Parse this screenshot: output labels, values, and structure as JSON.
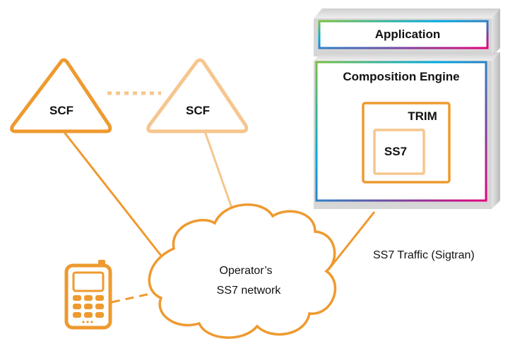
{
  "diagram": {
    "scf_left_label": "SCF",
    "scf_right_label": "SCF",
    "application_label": "Application",
    "composition_engine_label": "Composition Engine",
    "trim_label": "TRIM",
    "ss7_label": "SS7",
    "cloud_line1": "Operator’s",
    "cloud_line2": "SS7 network",
    "traffic_label": "SS7 Traffic (Sigtran)",
    "colors": {
      "orange": "#ee9a2f",
      "light_orange": "#f5c68e",
      "box_gray": "#d6d6d6"
    },
    "icons": {
      "phone": "mobile-phone-icon"
    }
  }
}
